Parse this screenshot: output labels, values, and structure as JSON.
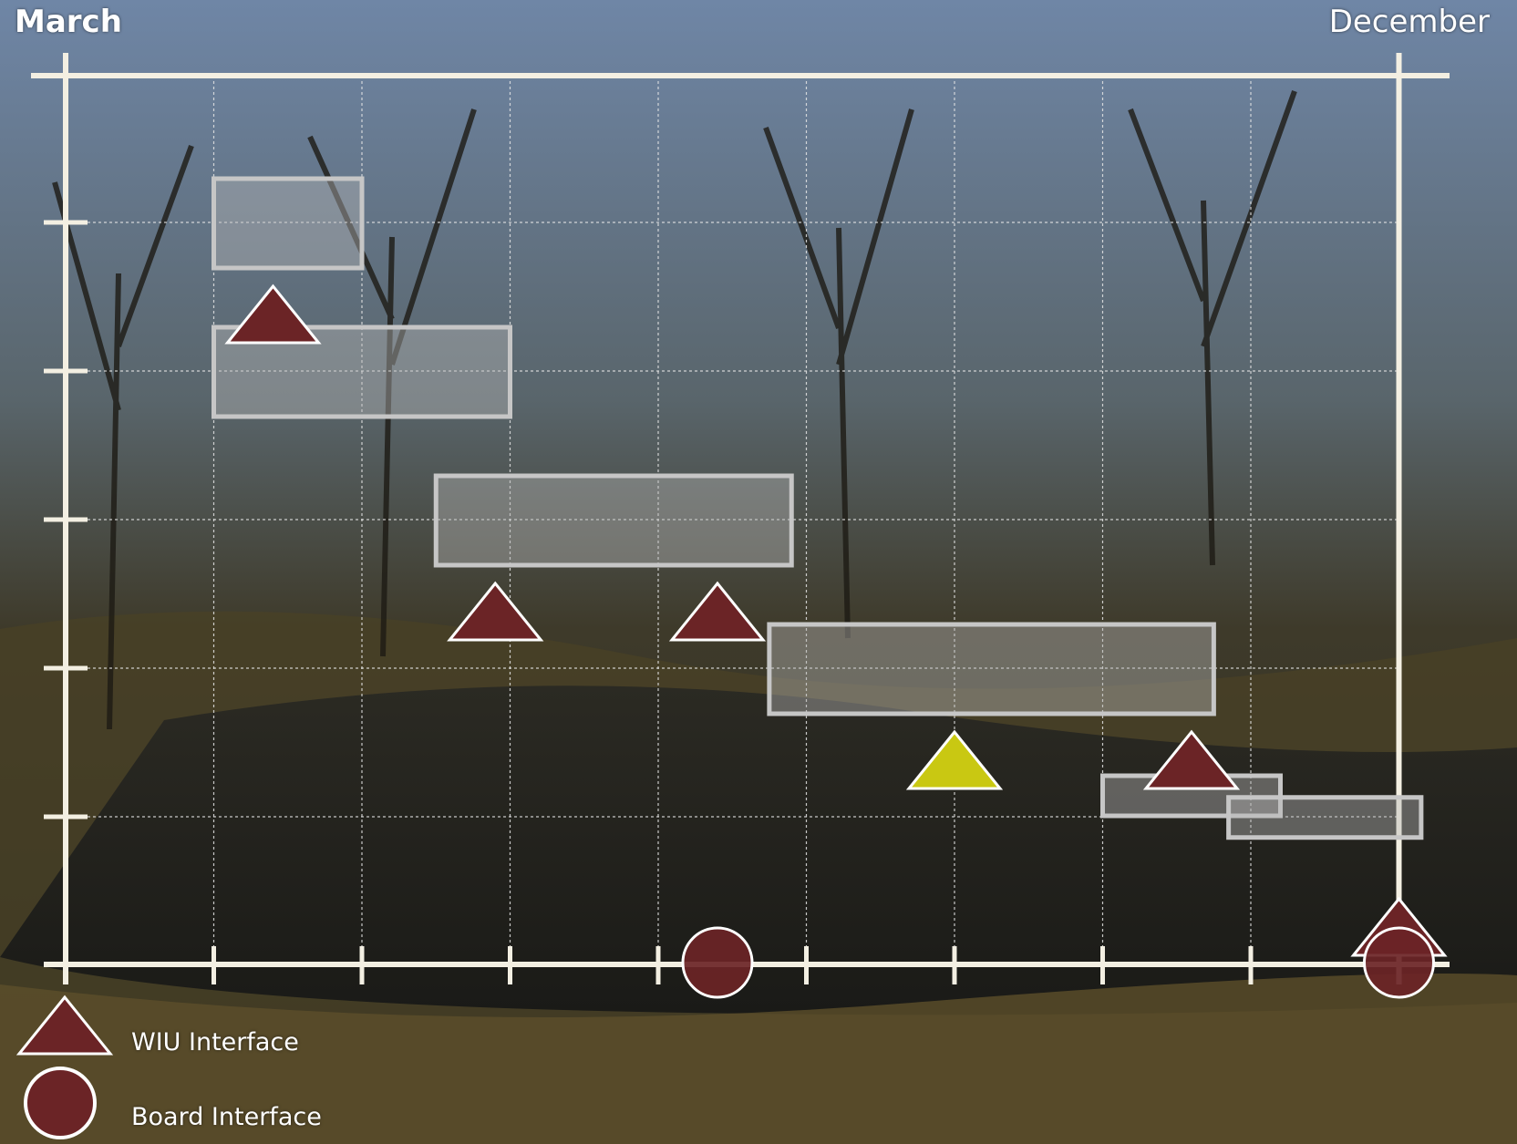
{
  "title_start": "March",
  "title_end": "December",
  "legend": {
    "wiu_label": "WIU Interface",
    "board_label": "Board Interface"
  },
  "colors": {
    "axis": "#f3efe2",
    "grid": "#e6e6e6",
    "task_fill": "#b4b4b4",
    "task_stroke": "#c6c6c6",
    "wiu_marker": "#6b2426",
    "wiu_highlight": "#c9c812",
    "board_marker": "#6b2426",
    "marker_stroke": "#ffffff"
  },
  "chart_data": {
    "type": "gantt",
    "x_range": [
      0,
      9
    ],
    "x_ticks": [
      0,
      1,
      2,
      3,
      4,
      5,
      6,
      7,
      8,
      9
    ],
    "rows": 6,
    "grid": true,
    "tasks": [
      {
        "row": 1,
        "start": 1.0,
        "end": 2.0
      },
      {
        "row": 2,
        "start": 1.0,
        "end": 3.0
      },
      {
        "row": 3,
        "start": 2.5,
        "end": 4.9
      },
      {
        "row": 4,
        "start": 4.75,
        "end": 7.75
      },
      {
        "row": 5,
        "start": 7.0,
        "end": 8.2
      },
      {
        "row": 5.25,
        "start": 7.85,
        "end": 9.15
      }
    ],
    "wiu_interface_milestones": [
      {
        "x": 1.4,
        "row": 1,
        "highlight": false
      },
      {
        "x": 2.9,
        "row": 3,
        "highlight": false
      },
      {
        "x": 4.4,
        "row": 3,
        "highlight": false
      },
      {
        "x": 6.0,
        "row": 4,
        "highlight": true
      },
      {
        "x": 7.6,
        "row": 4,
        "highlight": false
      },
      {
        "x": 9.0,
        "row": 6,
        "highlight": false
      }
    ],
    "board_interface_milestones": [
      4.4,
      9.0
    ]
  }
}
